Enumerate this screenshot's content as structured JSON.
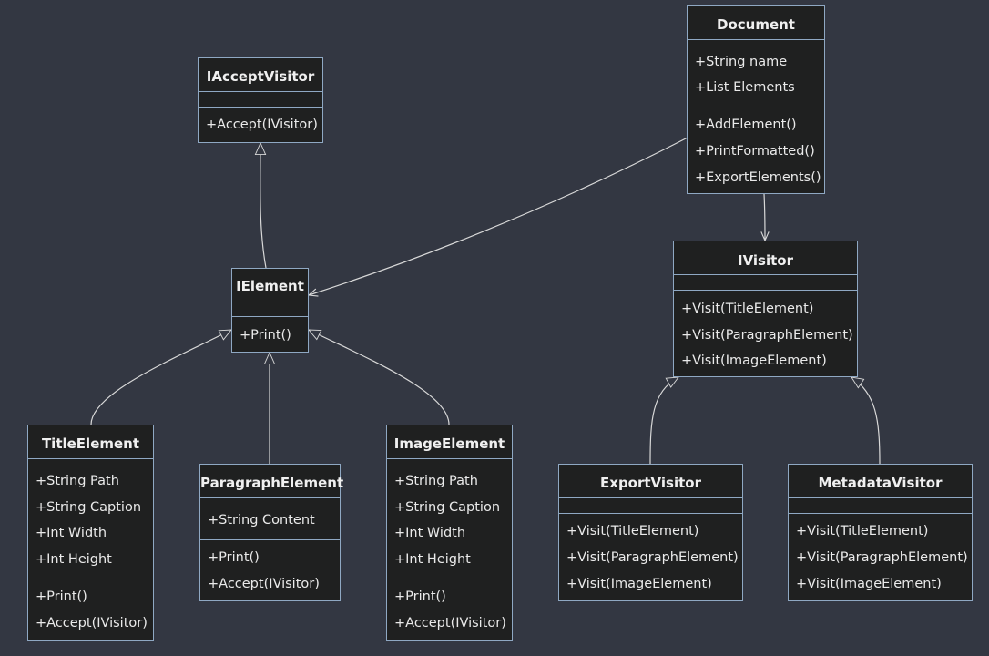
{
  "diagram": {
    "classes": [
      {
        "id": "document",
        "name": "Document",
        "attributes": [
          "+String name",
          "+List Elements"
        ],
        "methods": [
          "+AddElement()",
          "+PrintFormatted()",
          "+ExportElements()"
        ]
      },
      {
        "id": "iacceptvisitor",
        "name": "IAcceptVisitor",
        "attributes": [],
        "methods": [
          "+Accept(IVisitor)"
        ]
      },
      {
        "id": "ielement",
        "name": "IElement",
        "attributes": [],
        "methods": [
          "+Print()"
        ]
      },
      {
        "id": "ivisitor",
        "name": "IVisitor",
        "attributes": [],
        "methods": [
          "+Visit(TitleElement)",
          "+Visit(ParagraphElement)",
          "+Visit(ImageElement)"
        ]
      },
      {
        "id": "titleelement",
        "name": "TitleElement",
        "attributes": [
          "+String Path",
          "+String Caption",
          "+Int Width",
          "+Int Height"
        ],
        "methods": [
          "+Print()",
          "+Accept(IVisitor)"
        ]
      },
      {
        "id": "paragraphelement",
        "name": "ParagraphElement",
        "attributes": [
          "+String Content"
        ],
        "methods": [
          "+Print()",
          "+Accept(IVisitor)"
        ]
      },
      {
        "id": "imageelement",
        "name": "ImageElement",
        "attributes": [
          "+String Path",
          "+String Caption",
          "+Int Width",
          "+Int Height"
        ],
        "methods": [
          "+Print()",
          "+Accept(IVisitor)"
        ]
      },
      {
        "id": "exportvisitor",
        "name": "ExportVisitor",
        "attributes": [],
        "methods": [
          "+Visit(TitleElement)",
          "+Visit(ParagraphElement)",
          "+Visit(ImageElement)"
        ]
      },
      {
        "id": "metadatavisitor",
        "name": "MetadataVisitor",
        "attributes": [],
        "methods": [
          "+Visit(TitleElement)",
          "+Visit(ParagraphElement)",
          "+Visit(ImageElement)"
        ]
      }
    ],
    "relations": [
      {
        "from": "ielement",
        "to": "iacceptvisitor",
        "type": "inheritance"
      },
      {
        "from": "titleelement",
        "to": "ielement",
        "type": "inheritance"
      },
      {
        "from": "paragraphelement",
        "to": "ielement",
        "type": "inheritance"
      },
      {
        "from": "imageelement",
        "to": "ielement",
        "type": "inheritance"
      },
      {
        "from": "exportvisitor",
        "to": "ivisitor",
        "type": "inheritance"
      },
      {
        "from": "metadatavisitor",
        "to": "ivisitor",
        "type": "inheritance"
      },
      {
        "from": "document",
        "to": "ielement",
        "type": "association"
      },
      {
        "from": "document",
        "to": "ivisitor",
        "type": "association"
      }
    ],
    "colors": {
      "background": "#333742",
      "box_fill": "#1f2020",
      "box_border": "#8fa8c3",
      "edge": "#d8d8d8",
      "text": "#eaeaea"
    }
  }
}
